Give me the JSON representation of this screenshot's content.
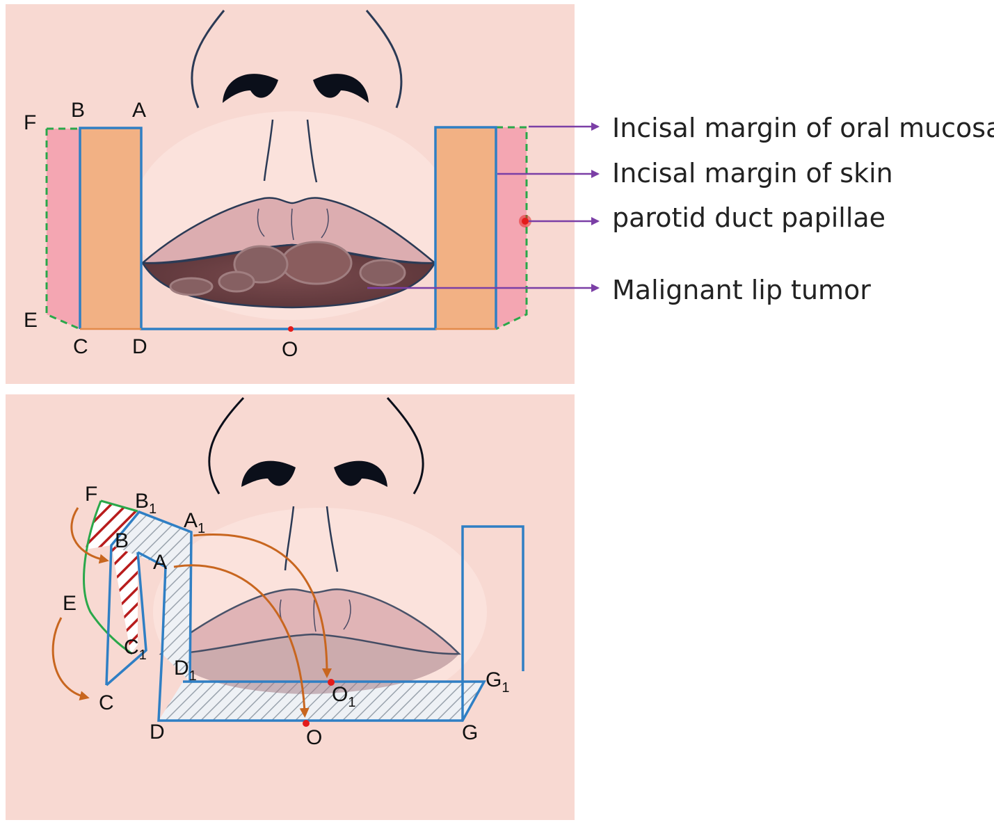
{
  "top_panel": {
    "points": {
      "F": "F",
      "B": "B",
      "A": "A",
      "E": "E",
      "C": "C",
      "D": "D",
      "O": "O"
    },
    "callouts": {
      "oral_mucosa": "Incisal margin of oral mucosa",
      "skin": "Incisal margin of skin",
      "papillae": "parotid duct papillae",
      "tumor": "Malignant lip tumor"
    }
  },
  "bottom_panel": {
    "points": {
      "F": "F",
      "B1": "B",
      "B1_sub": "1",
      "A1": "A",
      "A1_sub": "1",
      "B": "B",
      "A": "A",
      "E": "E",
      "C1": "C",
      "C1_sub": "1",
      "C": "C",
      "D1": "D",
      "D1_sub": "1",
      "O1": "O",
      "O1_sub": "1",
      "G1": "G",
      "G1_sub": "1",
      "D": "D",
      "O": "O",
      "G": "G"
    }
  },
  "colors": {
    "skin_bg": "#f8d9d2",
    "incision_blue": "#2f7fc4",
    "mucosa_green": "#2aa84a",
    "flap_orange": "#f2b184",
    "mucosa_pink": "#f4a6b2",
    "callout_arrow": "#7b3fa6",
    "rotation_arrow": "#c8661f",
    "hatch_red": "#b81c1c",
    "point_red": "#e31b1b"
  }
}
